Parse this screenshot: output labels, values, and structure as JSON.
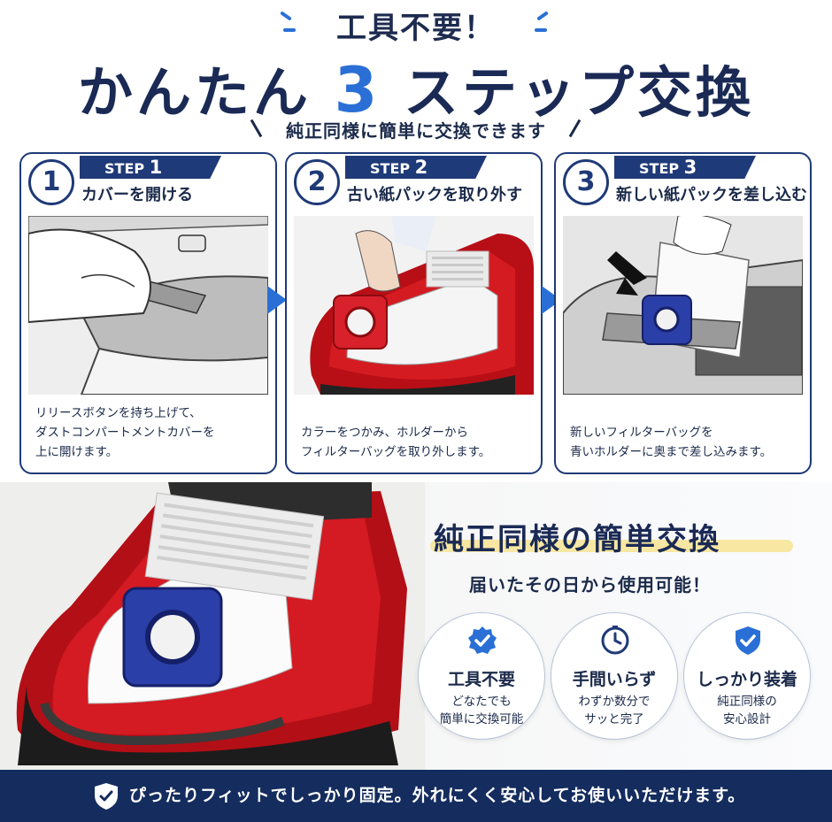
{
  "header": {
    "badge": "工具不要！",
    "title_pre": "かんたん",
    "title_num": "3",
    "title_post": "ステップ交換",
    "tagline": "純正同様に簡単に交換できます"
  },
  "steps": [
    {
      "num": "1",
      "step_label": "STEP",
      "step_num": "1",
      "title": "カバーを開ける",
      "desc": [
        "リリースボタンを持ち上げて、",
        "ダストコンパートメントカバーを",
        "上に開けます。"
      ]
    },
    {
      "num": "2",
      "step_label": "STEP",
      "step_num": "2",
      "title": "古い紙パックを取り外す",
      "desc": [
        "カラーをつかみ、ホルダーから",
        "フィルターバッグを取り外します。"
      ]
    },
    {
      "num": "3",
      "step_label": "STEP",
      "step_num": "3",
      "title": "新しい紙パックを差し込む",
      "desc": [
        "新しいフィルターバッグを",
        "青いホルダーに奥まで差し込みます。"
      ]
    }
  ],
  "promo": {
    "heading": "純正同様の簡単交換",
    "subheading": "届いたその日から使用可能！"
  },
  "features": [
    {
      "icon": "check-badge-icon",
      "title": "工具不要",
      "desc": [
        "どなたでも",
        "簡単に交換可能"
      ]
    },
    {
      "icon": "clock-icon",
      "title": "手間いらず",
      "desc": [
        "わずか数分で",
        "サッと完了"
      ]
    },
    {
      "icon": "shield-check-icon",
      "title": "しっかり装着",
      "desc": [
        "純正同様の",
        "安心設計"
      ]
    }
  ],
  "footer": {
    "text": "ぴったりフィットでしっかり固定。外れにくく安心してお使いいただけます。",
    "icon": "shield-check-icon"
  },
  "colors": {
    "navy": "#1f3a78",
    "accent": "#2a6fd6",
    "vacuum_red": "#c0121a",
    "holder_blue": "#2b3fa8",
    "footer_bg": "#142c5e"
  }
}
